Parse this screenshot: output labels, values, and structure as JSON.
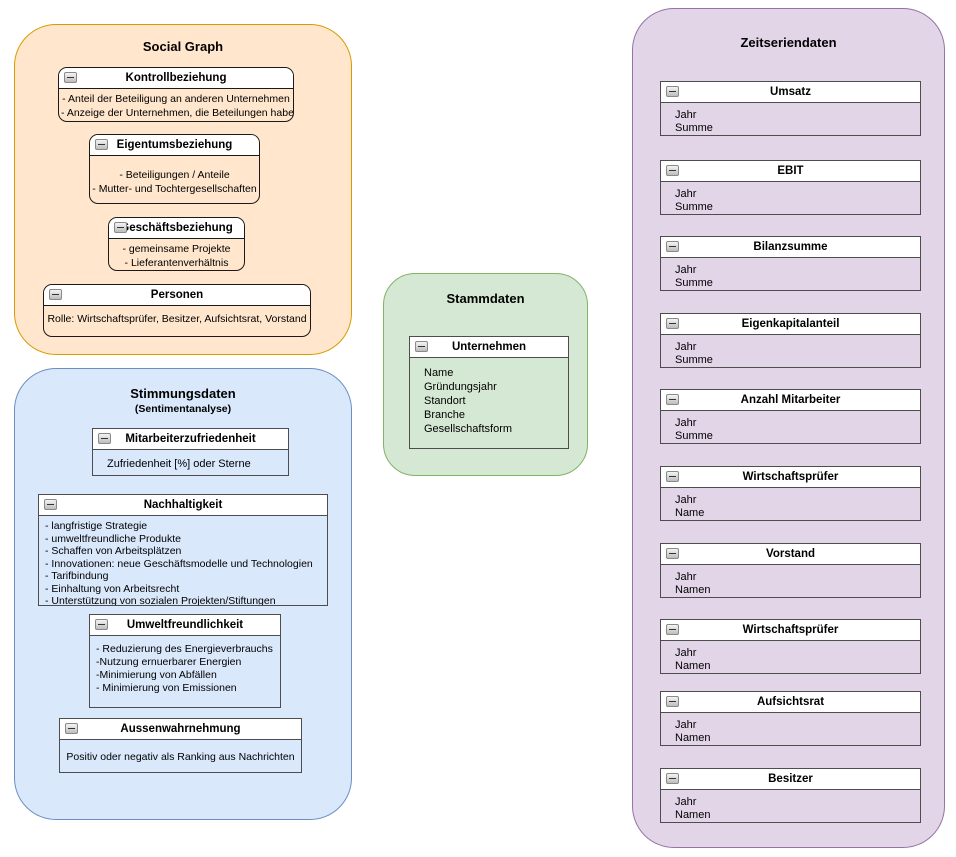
{
  "containers": {
    "social_graph": {
      "title": "Social Graph",
      "fill": "#FFE6CC",
      "stroke": "#D79B00",
      "boxes": [
        {
          "title": "Kontrollbeziehung",
          "lines": [
            "- Anteil der Beteiligung an anderen Unternehmen",
            "- Anzeige der Unternehmen, die Beteilungen haben"
          ]
        },
        {
          "title": "Eigentumsbeziehung",
          "lines": [
            "- Beteiligungen / Anteile",
            "- Mutter- und Tochtergesellschaften"
          ]
        },
        {
          "title": "Geschäftsbeziehung",
          "lines": [
            "- gemeinsame Projekte",
            "- Lieferantenverhältnis"
          ]
        },
        {
          "title": "Personen",
          "lines": [
            "Rolle: Wirtschaftsprüfer, Besitzer, Aufsichtsrat, Vorstand"
          ]
        }
      ]
    },
    "stimmungsdaten": {
      "title": "Stimmungsdaten",
      "subtitle": "(Sentimentanalyse)",
      "fill": "#DAE8FC",
      "stroke": "#6C8EBF",
      "boxes": [
        {
          "title": "Mitarbeiterzufriedenheit",
          "lines": [
            "Zufriedenheit [%] oder Sterne"
          ]
        },
        {
          "title": "Nachhaltigkeit",
          "lines": [
            "- langfristige Strategie",
            "- umweltfreundliche Produkte",
            "- Schaffen von Arbeitsplätzen",
            "- Innovationen: neue Geschäftsmodelle und Technologien",
            "- Tarifbindung",
            "- Einhaltung von Arbeitsrecht",
            "- Unterstützung von sozialen Projekten/Stiftungen"
          ]
        },
        {
          "title": "Umweltfreundlichkeit",
          "lines": [
            "- Reduzierung des Energieverbrauchs",
            "-Nutzung ernuerbarer Energien",
            "-Minimierung von Abfällen",
            "- Minimierung von Emissionen"
          ]
        },
        {
          "title": "Aussenwahrnehmung",
          "lines": [
            "Positiv oder negativ als Ranking aus Nachrichten"
          ]
        }
      ]
    },
    "stammdaten": {
      "title": "Stammdaten",
      "fill": "#D5E8D4",
      "stroke": "#82B366",
      "boxes": [
        {
          "title": "Unternehmen",
          "lines": [
            "Name",
            "Gründungsjahr",
            "Standort",
            "Branche",
            "Gesellschaftsform"
          ]
        }
      ]
    },
    "zeitseriendaten": {
      "title": "Zeitseriendaten",
      "fill": "#E1D5E7",
      "stroke": "#9673A6",
      "boxes": [
        {
          "title": "Umsatz",
          "lines": [
            "Jahr",
            "Summe"
          ]
        },
        {
          "title": "EBIT",
          "lines": [
            "Jahr",
            "Summe"
          ]
        },
        {
          "title": "Bilanzsumme",
          "lines": [
            "Jahr",
            "Summe"
          ]
        },
        {
          "title": "Eigenkapitalanteil",
          "lines": [
            "Jahr",
            "Summe"
          ]
        },
        {
          "title": "Anzahl Mitarbeiter",
          "lines": [
            "Jahr",
            "Summe"
          ]
        },
        {
          "title": "Wirtschaftsprüfer",
          "lines": [
            "Jahr",
            "Name"
          ]
        },
        {
          "title": "Vorstand",
          "lines": [
            "Jahr",
            "Namen"
          ]
        },
        {
          "title": "Wirtschaftsprüfer",
          "lines": [
            "Jahr",
            "Namen"
          ]
        },
        {
          "title": "Aufsichtsrat",
          "lines": [
            "Jahr",
            "Namen"
          ]
        },
        {
          "title": "Besitzer",
          "lines": [
            "Jahr",
            "Namen"
          ]
        }
      ]
    }
  }
}
